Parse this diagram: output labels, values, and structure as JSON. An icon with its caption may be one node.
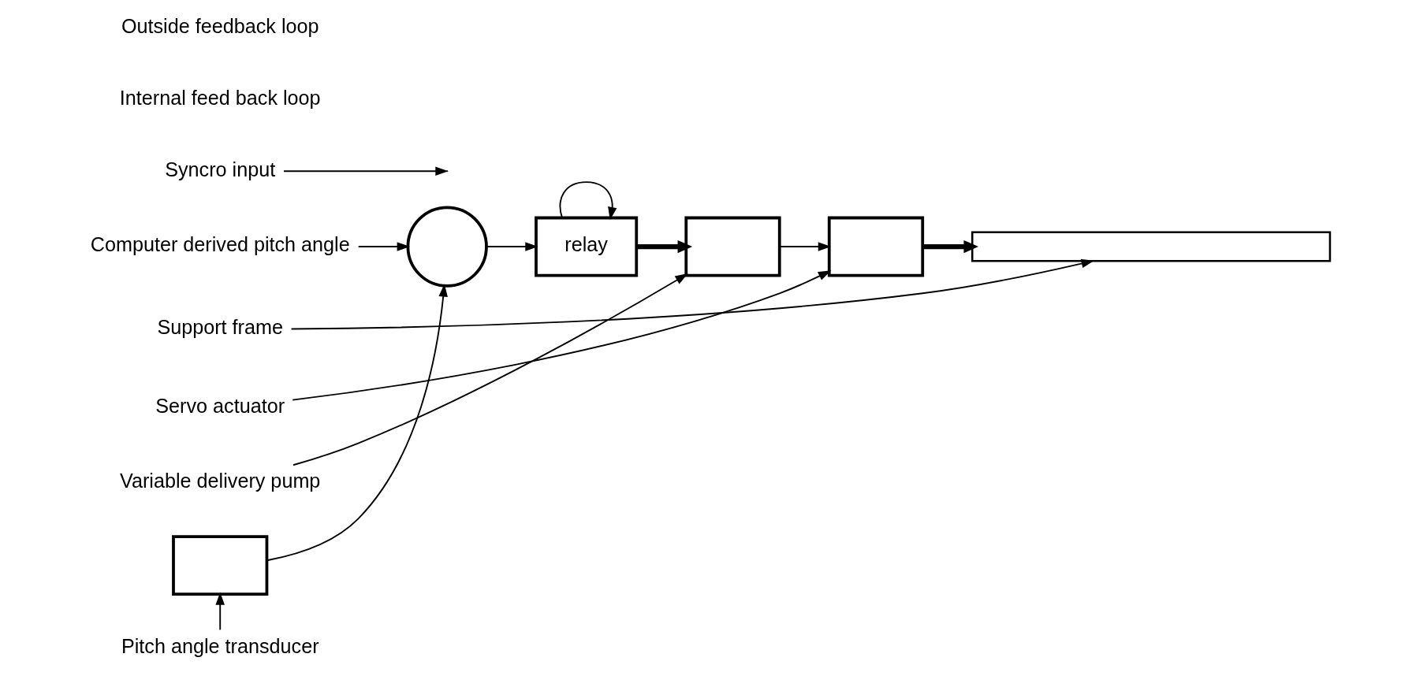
{
  "diagram": {
    "nodes": [
      {
        "text": [
          "Computer derived pitch angle"
        ]
      },
      {
        "text": [],
        "shape": "circle"
      },
      {
        "text": [
          "Syncro input"
        ]
      },
      {
        "text": [
          "relay"
        ]
      },
      {
        "text": [],
        "shape": "box"
      },
      {
        "text": [
          "Variable delivery pump"
        ]
      },
      {
        "text": [],
        "shape": "box"
      },
      {
        "text": [
          "Servo actuator"
        ]
      },
      {
        "text": [],
        "shape": "bar"
      },
      {
        "text": [
          "Support frame"
        ]
      },
      {
        "text": [],
        "shape": "box"
      },
      {
        "text": [
          "Pitch angle transducer"
        ]
      }
    ],
    "edges": [
      {
        "from": 1,
        "to": 3,
        "arrow": "to"
      },
      {
        "from": 3,
        "to": 3,
        "arrow": "to"
      },
      {
        "from": 3,
        "to": 4,
        "arrow": "to",
        "style": "thick"
      },
      {
        "from": 4,
        "to": 6,
        "arrow": "to"
      },
      {
        "from": 6,
        "to": 8,
        "arrow": "to",
        "style": "thick"
      },
      {
        "from": 10,
        "to": 1,
        "arrow": "to"
      },
      {
        "from": 0,
        "to": 1,
        "arrow": "to"
      },
      {
        "from": 2,
        "to": null,
        "arrow": "to"
      },
      {
        "from": 5,
        "to": 4,
        "arrow": "to"
      },
      {
        "from": 7,
        "to": 6,
        "arrow": "to"
      },
      {
        "from": 9,
        "to": 8,
        "arrow": "to"
      },
      {
        "from": 11,
        "to": 10,
        "arrow": "to"
      }
    ],
    "labels": [
      "Internal feed back loop",
      "Outside feedback loop"
    ]
  }
}
